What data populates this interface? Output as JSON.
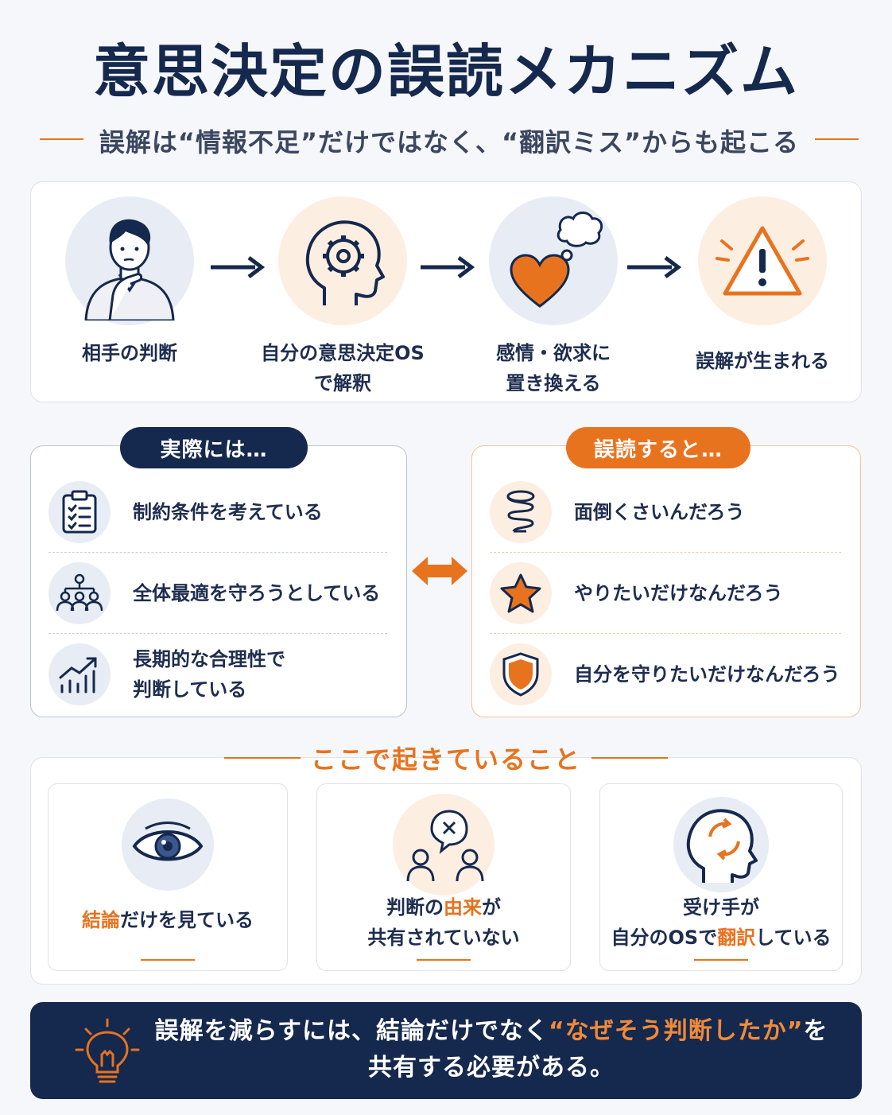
{
  "title": "意思決定の誤読メカニズム",
  "subtitle": "誤解は“情報不足”だけではなく、“翻訳ミス”からも起こる",
  "flow": {
    "steps": [
      {
        "label": "相手の判断",
        "icon": "thinking-person-icon"
      },
      {
        "label": "自分の意思決定OS\nで解釈",
        "icon": "head-gear-icon"
      },
      {
        "label": "感情・欲求に\n置き換える",
        "icon": "heart-thought-icon"
      },
      {
        "label": "誤解が生まれる",
        "icon": "warning-icon"
      }
    ]
  },
  "actual": {
    "header": "実際には…",
    "items": [
      {
        "text": "制約条件を考えている",
        "icon": "clipboard-checklist-icon"
      },
      {
        "text": "全体最適を守ろうとしている",
        "icon": "team-network-icon"
      },
      {
        "text": "長期的な合理性で\n判断している",
        "icon": "growth-chart-icon"
      }
    ]
  },
  "misread": {
    "header": "誤読すると…",
    "items": [
      {
        "text": "面倒くさいんだろう",
        "icon": "spring-icon"
      },
      {
        "text": "やりたいだけなんだろう",
        "icon": "star-icon"
      },
      {
        "text": "自分を守りたいだけなんだろう",
        "icon": "shield-icon"
      }
    ]
  },
  "happening": {
    "title": "ここで起きていること",
    "cards": [
      {
        "pre": "",
        "hl": "結論",
        "post": "だけを見ている",
        "line2_pre": "",
        "line2_hl": "",
        "line2_post": "",
        "icon": "eye-icon"
      },
      {
        "pre": "判断の",
        "hl": "由来",
        "post": "が",
        "line2_pre": "共有されていない",
        "line2_hl": "",
        "line2_post": "",
        "icon": "people-speech-x-icon"
      },
      {
        "pre": "受け手が",
        "hl": "",
        "post": "",
        "line2_pre": "自分のOSで",
        "line2_hl": "翻訳",
        "line2_post": "している",
        "icon": "head-cycle-icon"
      }
    ]
  },
  "banner": {
    "line1_pre": "誤解を減らすには、結論だけでなく",
    "line1_hl": "“なぜそう判断したか”",
    "line1_post": "を",
    "line2": "共有する必要がある。",
    "icon": "lightbulb-icon"
  },
  "colors": {
    "navy": "#15284d",
    "orange": "#e8731f",
    "background": "#f6f7fa"
  }
}
